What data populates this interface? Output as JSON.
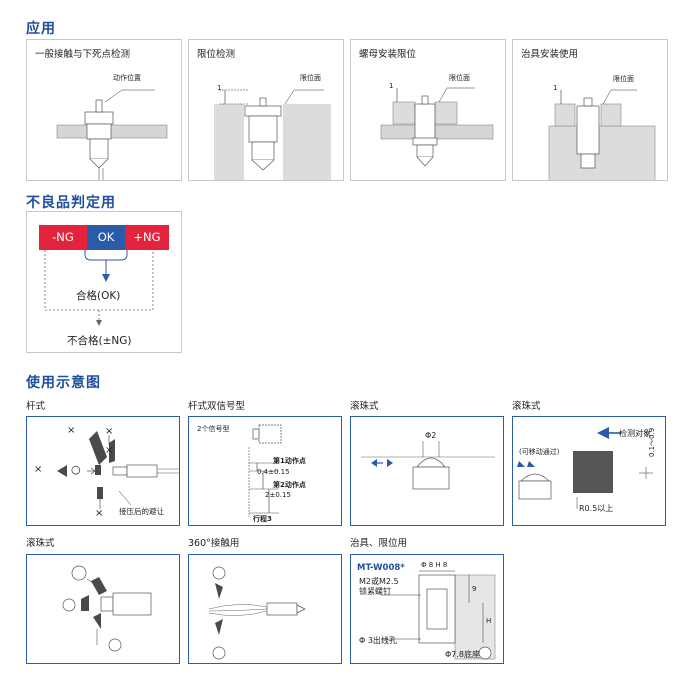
{
  "sections": {
    "application": "应用",
    "judgment": "不良品判定用",
    "usage": "使用示意图"
  },
  "application": {
    "cards": [
      {
        "title": "一般接触与下死点检测",
        "callout": "动作位置"
      },
      {
        "title": "限位检测",
        "callout": "限位面",
        "dim": "1"
      },
      {
        "title": "螺母安装限位",
        "callout": "限位面",
        "dim": "1"
      },
      {
        "title": "治具安装使用",
        "callout": "限位面",
        "dim": "1"
      }
    ]
  },
  "judgment": {
    "neg": "-NG",
    "ok": "OK",
    "pos": "+NG",
    "pass": "合格(OK)",
    "fail": "不合格(±NG)",
    "colors": {
      "ng": "#e4233d",
      "ok": "#2a5aa8"
    }
  },
  "usage": {
    "rod": {
      "title": "杆式",
      "note": "接压后的避让",
      "cross": "×",
      "circle": "○"
    },
    "rod_dual": {
      "title": "杆式双信号型",
      "signal": "2个信号型",
      "first": "第1动作点",
      "first_dim": "0.4±0.15",
      "second": "第2动作点",
      "second_dim": "2±0.15",
      "stroke": "行程3"
    },
    "ball1": {
      "title": "滚珠式",
      "dia": "Φ2"
    },
    "ball2": {
      "title": "滚珠式",
      "movable": "(可移动通过)",
      "target": "检测对象",
      "radius": "R0.5以上",
      "range": "0.1～0.9"
    },
    "ball3": {
      "title": "滚珠式"
    },
    "any360": {
      "title": "360°接触用"
    },
    "fixture": {
      "title": "治具、限位用",
      "model": "MT-W008*",
      "hole": "Φ 8 H 8",
      "screw": "M2或M2.5\n锁紧螺钉",
      "dim9": "9",
      "dimH": "H",
      "exit": "Φ 3出线孔",
      "bottom": "Φ7.8底座"
    }
  }
}
